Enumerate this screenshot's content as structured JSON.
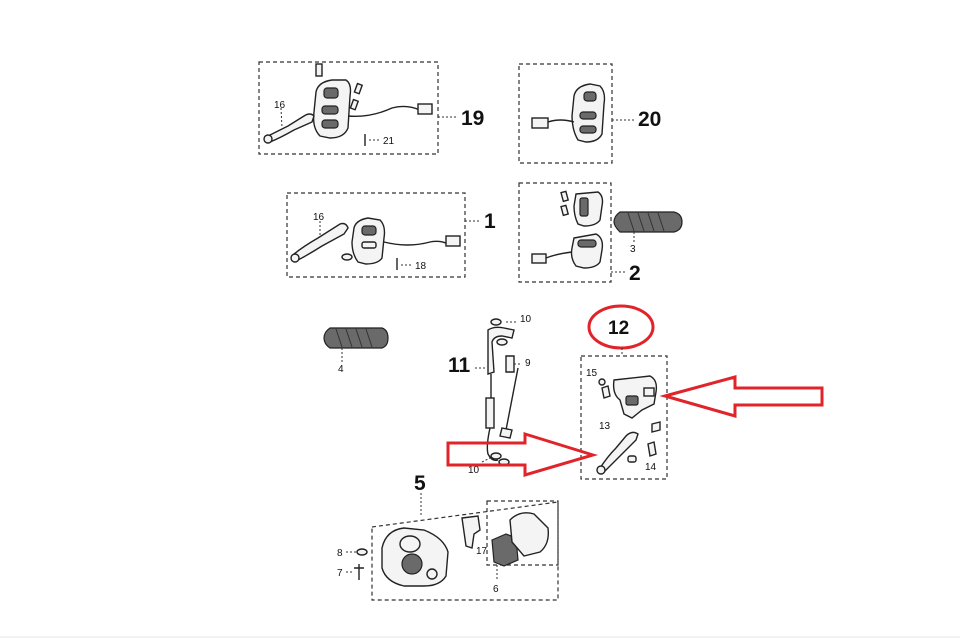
{
  "labels": {
    "l1": "1",
    "l2": "2",
    "l3": "3",
    "l4": "4",
    "l5": "5",
    "l6": "6",
    "l7": "7",
    "l8": "8",
    "l9": "9",
    "l10a": "10",
    "l10b": "10",
    "l11": "11",
    "l12": "12",
    "l13": "13",
    "l14": "14",
    "l15": "15",
    "l16a": "16",
    "l16b": "16",
    "l17": "17",
    "l18": "18",
    "l19": "19",
    "l20": "20",
    "l21": "21"
  },
  "colors": {
    "highlight": "#e0242a"
  }
}
